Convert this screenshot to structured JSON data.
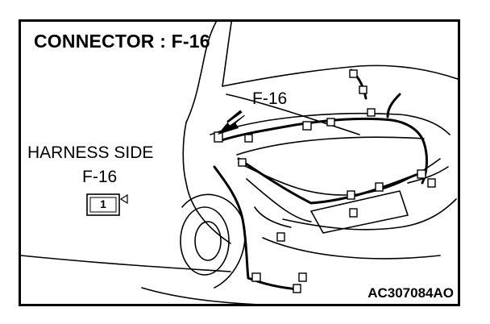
{
  "title": "CONNECTOR : F-16",
  "callout_label": "F-16",
  "harness_side": {
    "heading": "HARNESS SIDE",
    "connector_id": "F-16",
    "pins": [
      "1"
    ]
  },
  "figure_code": "AC307084AO"
}
